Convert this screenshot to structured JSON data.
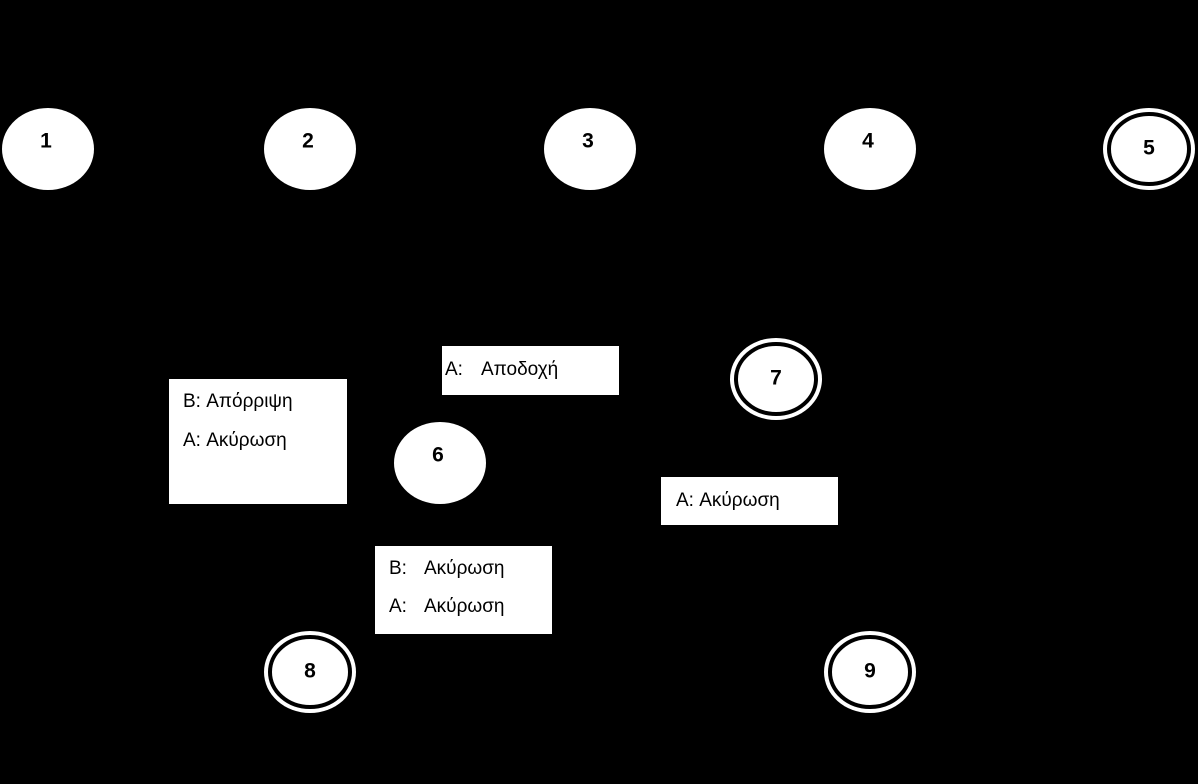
{
  "diagram": {
    "colors": {
      "background": "#000000",
      "node_fill": "#ffffff",
      "node_text": "#000000",
      "box_fill": "#ffffff"
    },
    "states": [
      {
        "id": "1",
        "label": "1",
        "final": false
      },
      {
        "id": "2",
        "label": "2",
        "final": false
      },
      {
        "id": "3",
        "label": "3",
        "final": false
      },
      {
        "id": "4",
        "label": "4",
        "final": false
      },
      {
        "id": "5",
        "label": "5",
        "final": true
      },
      {
        "id": "6",
        "label": "6",
        "final": false
      },
      {
        "id": "7",
        "label": "7",
        "final": true
      },
      {
        "id": "8",
        "label": "8",
        "final": true
      },
      {
        "id": "9",
        "label": "9",
        "final": true
      }
    ],
    "transition_boxes": [
      {
        "id": "box-accept",
        "lines": [
          {
            "actor": "A:",
            "action": "Αποδοχή"
          }
        ]
      },
      {
        "id": "box-reject-cancel",
        "lines": [
          {
            "actor": "B:",
            "action": "Απόρριψη"
          },
          {
            "actor": "A:",
            "action": "Ακύρωση"
          }
        ]
      },
      {
        "id": "box-cancel-right",
        "lines": [
          {
            "actor": "A:",
            "action": "Ακύρωση"
          }
        ]
      },
      {
        "id": "box-cancel-both",
        "lines": [
          {
            "actor": "B:",
            "action": "Ακύρωση"
          },
          {
            "actor": "A:",
            "action": "Ακύρωση"
          }
        ]
      }
    ]
  }
}
